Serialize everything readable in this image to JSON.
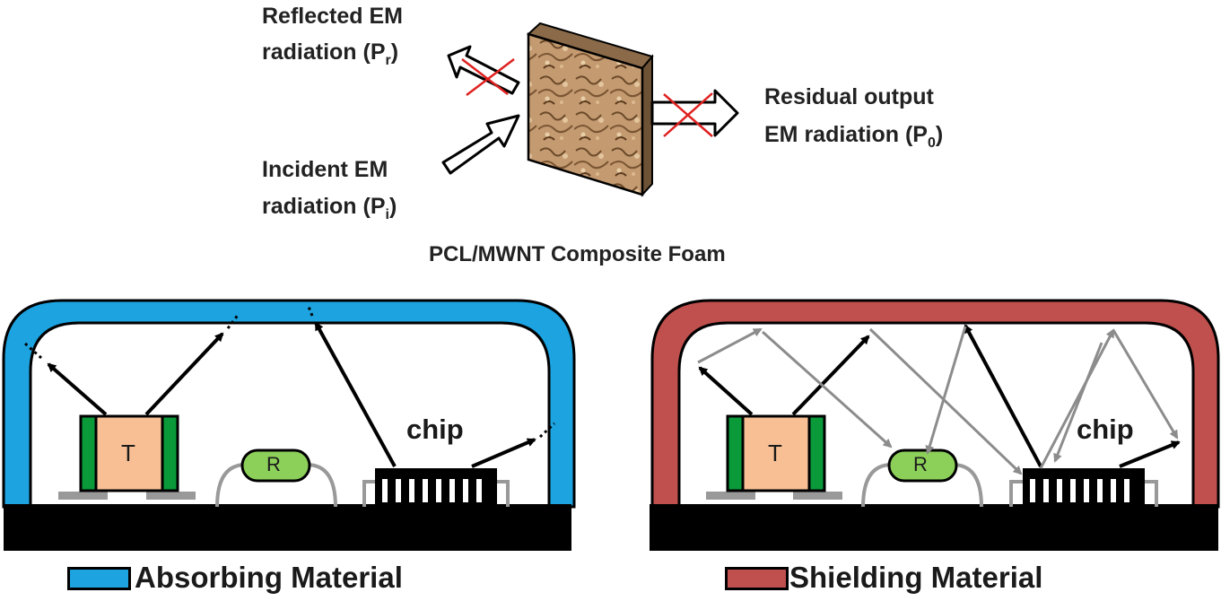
{
  "top": {
    "reflected_line1": "Reflected EM",
    "reflected_line2": "radiation (P",
    "reflected_sub": "r",
    "incident_line1": "Incident EM",
    "incident_line2": "radiation (P",
    "incident_sub": "i",
    "residual_line1": "Residual output",
    "residual_line2": "EM radiation (P",
    "residual_sub": "0",
    "close_paren": ")",
    "foam_title": "PCL/MWNT Composite Foam"
  },
  "left_panel": {
    "component_t": "T",
    "component_r": "R",
    "chip_label": "chip",
    "legend_label": "Absorbing Material",
    "color": "#1ca3e0"
  },
  "right_panel": {
    "component_t": "T",
    "component_r": "R",
    "chip_label": "chip",
    "legend_label": "Shielding Material",
    "color": "#c0504d"
  },
  "colors": {
    "foam": "#b8926a",
    "cross": "#e02020",
    "t_body": "#f8bf94",
    "t_caps": "#0a9a3a",
    "r_body": "#8cd05a",
    "board": "#000000",
    "reflect_arrow": "#8c8c8c"
  }
}
